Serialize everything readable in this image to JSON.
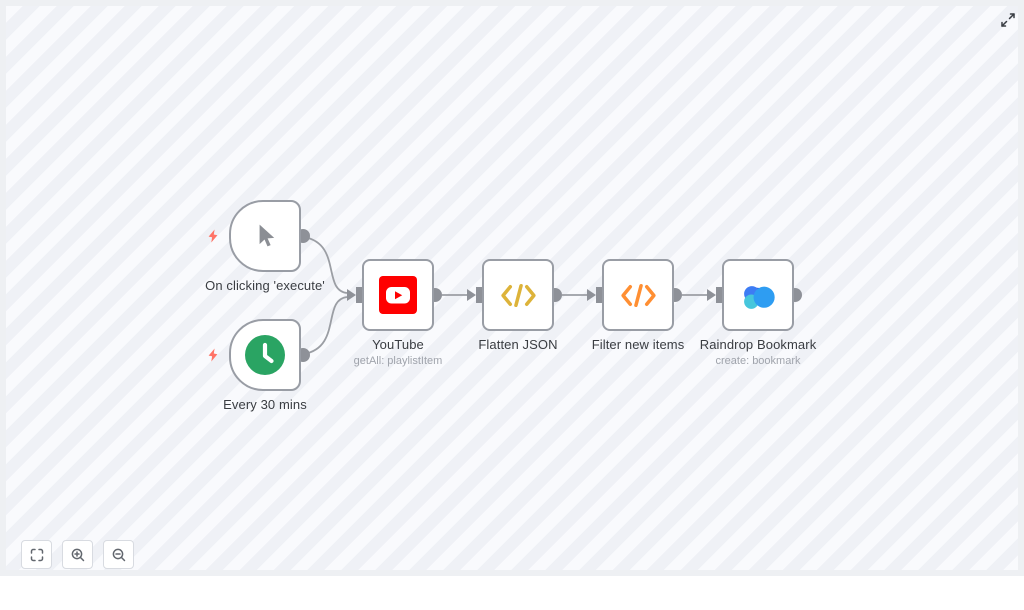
{
  "workflow": {
    "nodes": [
      {
        "id": "manual-trigger",
        "type": "trigger",
        "label": "On clicking 'execute'",
        "sublabel": "",
        "icon": "cursor-icon"
      },
      {
        "id": "interval-trigger",
        "type": "trigger",
        "label": "Every 30 mins",
        "sublabel": "",
        "icon": "clock-icon"
      },
      {
        "id": "youtube",
        "type": "action",
        "label": "YouTube",
        "sublabel": "getAll: playlistItem",
        "icon": "youtube-icon"
      },
      {
        "id": "flatten-json",
        "type": "action",
        "label": "Flatten JSON",
        "sublabel": "",
        "icon": "code-icon"
      },
      {
        "id": "filter-new-items",
        "type": "action",
        "label": "Filter new items",
        "sublabel": "",
        "icon": "code-icon"
      },
      {
        "id": "raindrop",
        "type": "action",
        "label": "Raindrop Bookmark",
        "sublabel": "create: bookmark",
        "icon": "raindrop-icon"
      }
    ],
    "edges": [
      {
        "from": "manual-trigger",
        "to": "youtube"
      },
      {
        "from": "interval-trigger",
        "to": "youtube"
      },
      {
        "from": "youtube",
        "to": "flatten-json"
      },
      {
        "from": "flatten-json",
        "to": "filter-new-items"
      },
      {
        "from": "filter-new-items",
        "to": "raindrop"
      }
    ]
  },
  "controls": {
    "fit_view": "fit-view",
    "zoom_in": "zoom-in",
    "zoom_out": "zoom-out",
    "expand": "expand-canvas"
  },
  "colors": {
    "bolt": "#FF7366",
    "clock_green": "#2AA463",
    "cursor_gray": "#8B8E94",
    "youtube_red": "#FF0000",
    "code_gold": "#DDB33A",
    "code_orange": "#FF8F33",
    "raindrop_blue_top": "#3D7CF4",
    "raindrop_teal": "#46C6DC",
    "raindrop_dark": "#2B5BE8",
    "raindrop_azure": "#2E9DF2",
    "edge_gray": "#9B9EA4",
    "port_gray": "#8E9198",
    "node_border": "#999DA5"
  }
}
